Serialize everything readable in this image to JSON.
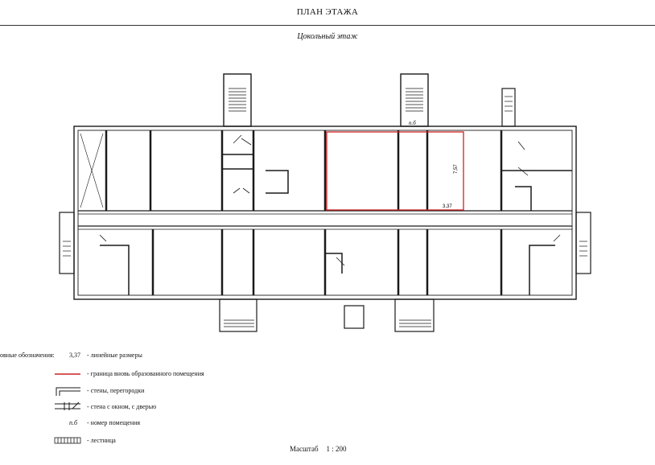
{
  "header": {
    "title": "ПЛАН ЭТАЖА",
    "floor": "Цокольный этаж"
  },
  "plan": {
    "room_label": "п.б",
    "dim_width": "3,37",
    "dim_height": "7,57",
    "colors": {
      "walls": "#1a1a1a",
      "highlight": "#cc2222"
    }
  },
  "legend": {
    "heading": "овные обозначения:",
    "sample_dim": "3,37",
    "items": [
      {
        "icon": "dimension-sample",
        "label": "- линейные размеры"
      },
      {
        "icon": "red-line",
        "label": "- граница вновь образованного помещения"
      },
      {
        "icon": "wall-icon",
        "label": "- стены, перегородки"
      },
      {
        "icon": "wall-window-door-icon",
        "label": "- стена с окном, с дверью"
      },
      {
        "icon": "room-number-sample",
        "sample": "п.б",
        "label": "- номер помещения"
      },
      {
        "icon": "stairs-icon",
        "label": "- лестница"
      }
    ]
  },
  "footer": {
    "scale_label": "Масштаб",
    "scale_value": "1 : 200"
  }
}
